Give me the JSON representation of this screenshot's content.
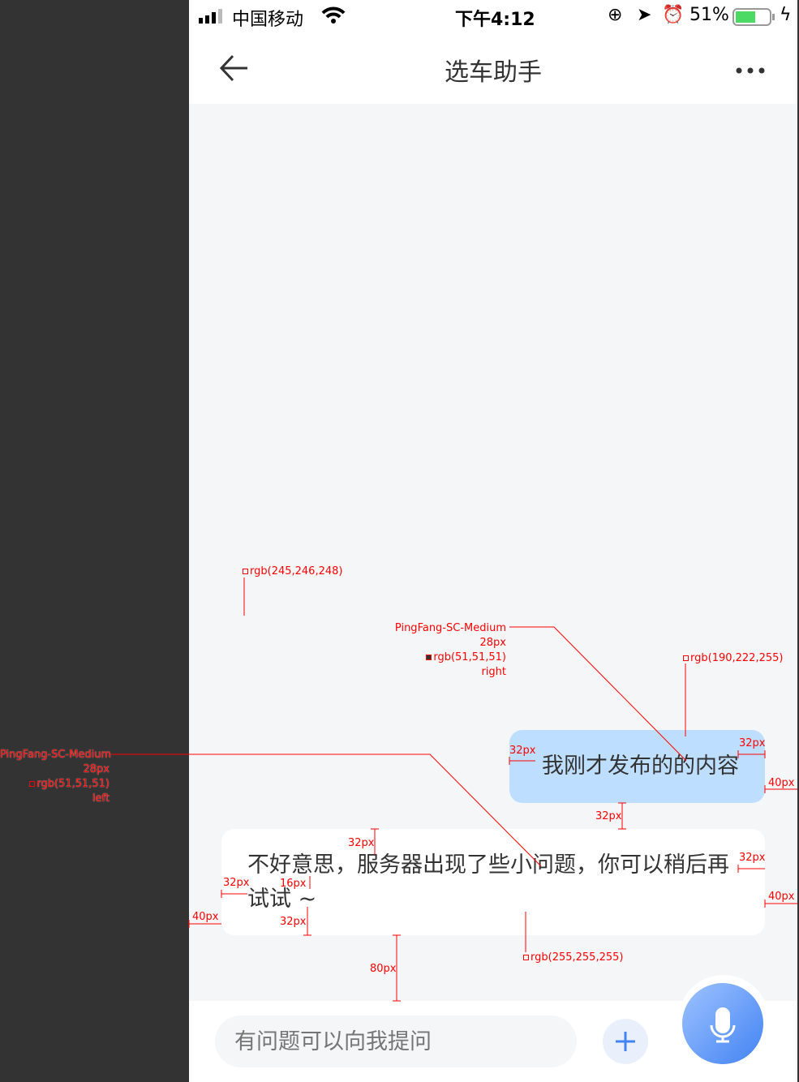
{
  "status_bar": {
    "carrier": "中国移动",
    "time": "下午4:12",
    "battery": "51%"
  },
  "nav": {
    "title": "选车助手"
  },
  "chat": {
    "user_message": "我刚才发布的的内容",
    "bot_message": "不好意思，服务器出现了些小问题，你可以稍后再试试 ~"
  },
  "input": {
    "placeholder": "有问题可以向我提问"
  },
  "annotations": {
    "bg_color": "rgb(245,246,248)",
    "user_font": {
      "family": "PingFang-SC-Medium",
      "size": "28px",
      "color": "rgb(51,51,51)",
      "align": "right"
    },
    "user_bubble_color": "rgb(190,222,255)",
    "bot_font": {
      "family": "PingFang-SC-Medium",
      "size": "28px",
      "color": "rgb(51,51,51)",
      "align": "left"
    },
    "bot_bubble_color": "rgb(255,255,255)",
    "spacing": {
      "s32": "32px",
      "s40": "40px",
      "s16": "16px",
      "s80": "80px"
    }
  },
  "colors": {
    "accent": "#4283f3",
    "user_bubble": "#bedeff",
    "page_bg": "#f5f6f8",
    "text": "#333333"
  }
}
